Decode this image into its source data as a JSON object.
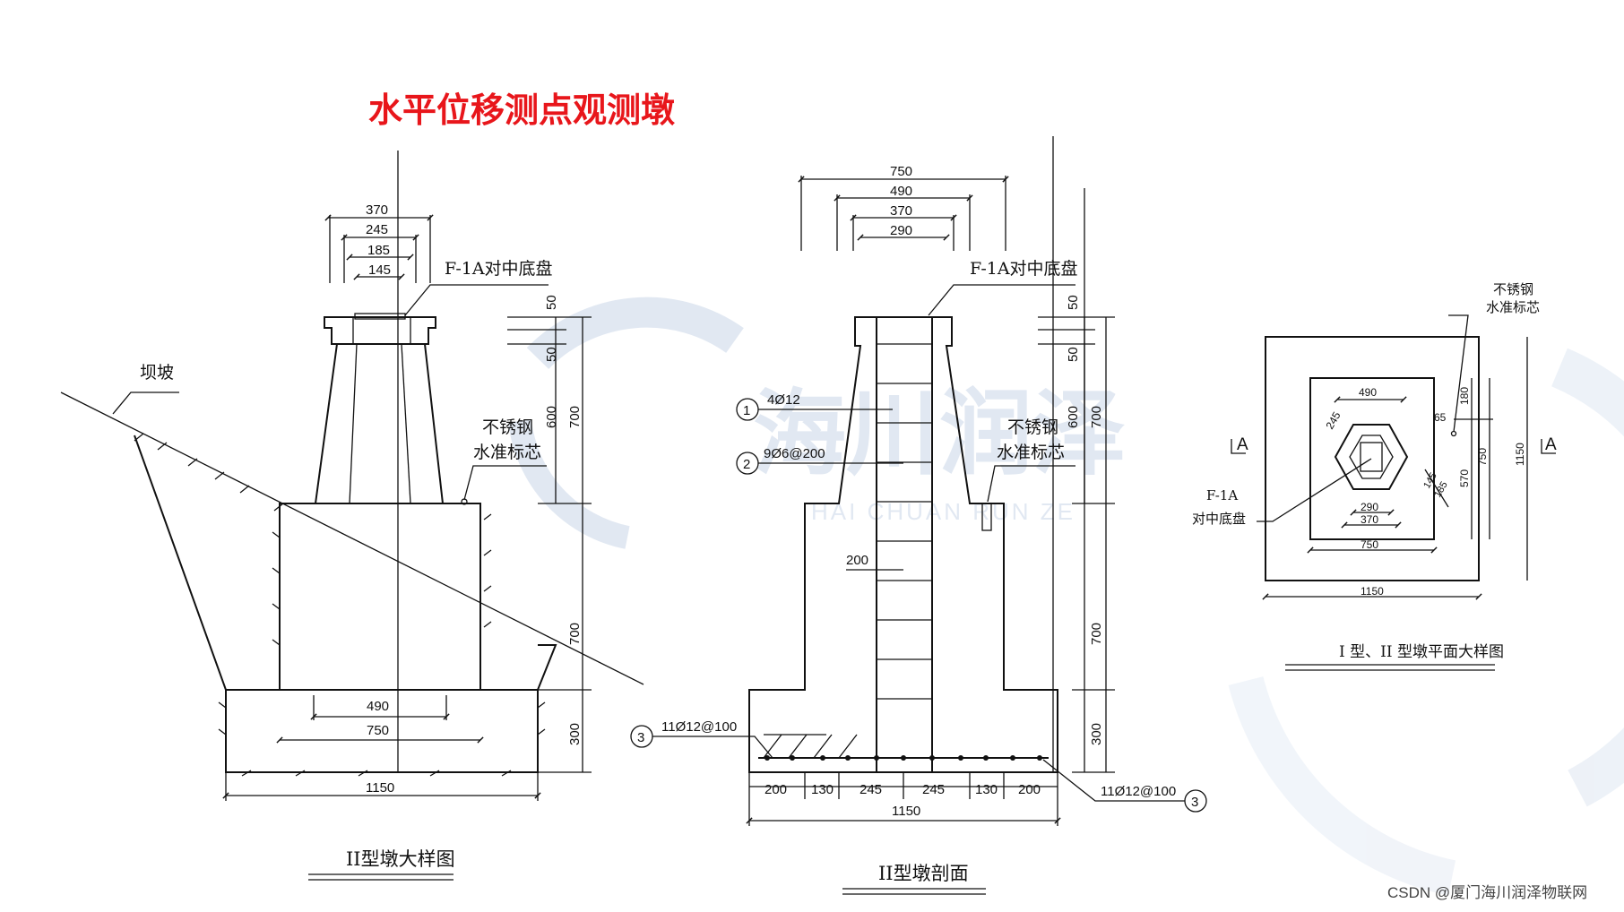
{
  "title": "水平位移测点观测墩",
  "watermark": {
    "brand": "海川润泽",
    "brand_en": "HAI CHUAN RUN ZE",
    "color": "#c9d6e8"
  },
  "colors": {
    "title": "#e8161b",
    "line": "#111111"
  },
  "left": {
    "caption": "II型墩大样图",
    "slope_label": "坝坡",
    "center_label": "F-1A对中底盘",
    "marker_label_1": "不锈钢",
    "marker_label_2": "水准标芯",
    "top_dims": [
      "370",
      "245",
      "185",
      "145"
    ],
    "right_dims": [
      "50",
      "50",
      "600",
      "700",
      "700",
      "300"
    ],
    "bottom_dims": [
      "490",
      "750",
      "1150"
    ]
  },
  "middle": {
    "caption": "II型墩剖面",
    "center_label": "F-1A对中底盘",
    "marker_label_1": "不锈钢",
    "marker_label_2": "水准标芯",
    "top_dims": [
      "750",
      "490",
      "370",
      "290"
    ],
    "right_dims": [
      "50",
      "50",
      "600",
      "700",
      "700",
      "300"
    ],
    "rebar": [
      {
        "num": "1",
        "text": "4Ø12"
      },
      {
        "num": "2",
        "text": "9Ø6@200"
      },
      {
        "num": "3",
        "text": "11Ø12@100"
      },
      {
        "num": "3",
        "text": "11Ø12@100"
      }
    ],
    "spacing_label": "200",
    "bottom_dims": [
      "200",
      "130",
      "245",
      "245",
      "130",
      "200"
    ],
    "total_dim": "1150"
  },
  "right": {
    "caption": "I 型、II 型墩平面大样图",
    "marker_label_1": "不锈钢",
    "marker_label_2": "水准标芯",
    "center_label_1": "F-1A",
    "center_label_2": "对中底盘",
    "section_a": "A",
    "dims": {
      "d490": "490",
      "d245": "245",
      "d290": "290",
      "d370": "370",
      "d750": "750",
      "d1150": "1150",
      "d65": "65",
      "d180": "180",
      "d570": "570",
      "d750v": "750",
      "d1150v": "1150",
      "d145": "145",
      "d185": "185"
    }
  },
  "footer": "CSDN @厦门海川润泽物联网"
}
